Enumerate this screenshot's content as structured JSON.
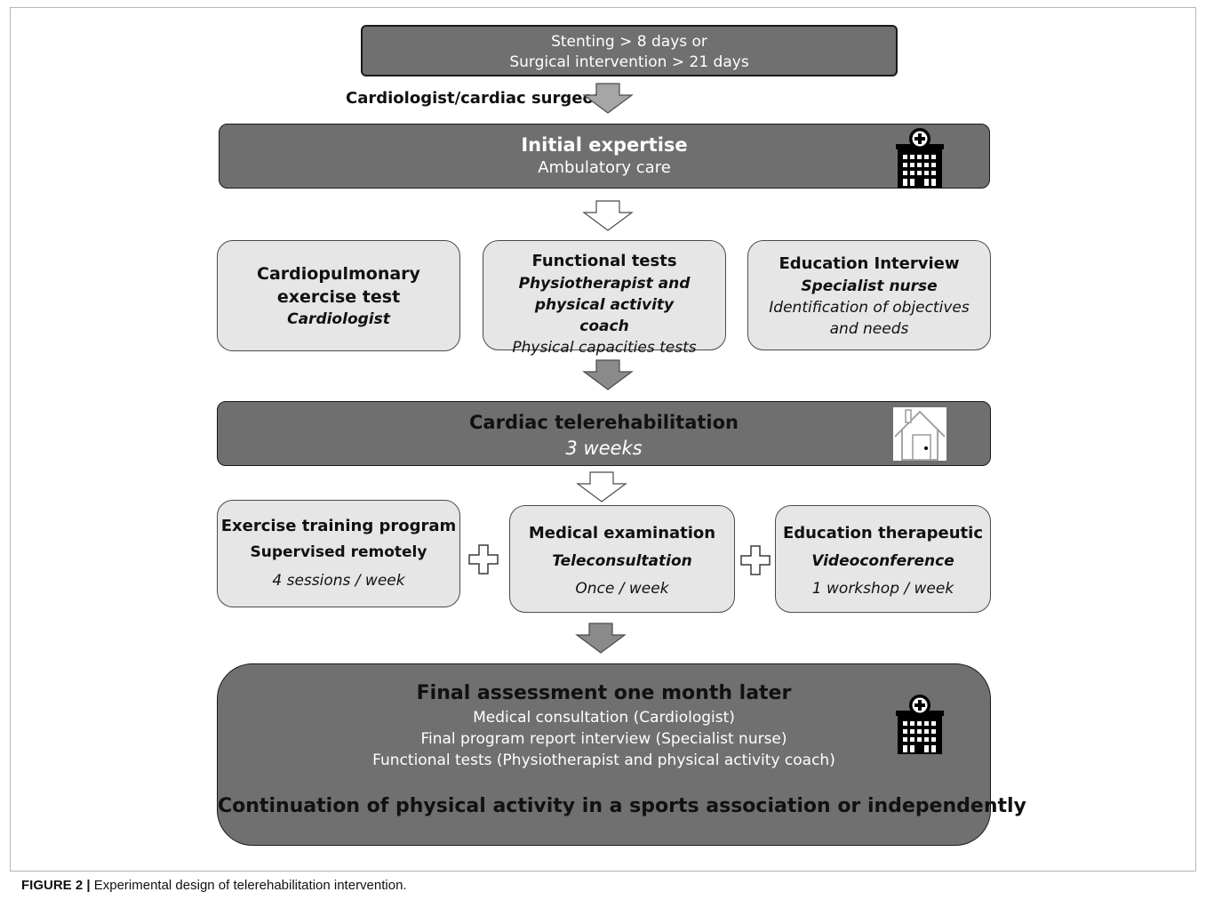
{
  "top_box": {
    "line1": "Stenting > 8  days or",
    "line2": "Surgical intervention > 21 days"
  },
  "arrow_label": "Cardiologist/cardiac surgeon",
  "initial": {
    "title": "Initial expertise",
    "subtitle": "Ambulatory care",
    "icon": "hospital-icon"
  },
  "assessments": [
    {
      "title": "Cardiopulmonary exercise test",
      "role": "Cardiologist",
      "detail": ""
    },
    {
      "title": "Functional tests",
      "role": "Physiotherapist and physical activity coach",
      "detail": "Physical capacities tests"
    },
    {
      "title": "Education Interview",
      "role": "Specialist nurse",
      "detail": "Identification of objectives and needs"
    }
  ],
  "telerehab": {
    "title": "Cardiac telerehabilitation",
    "duration": "3 weeks",
    "icon": "house-icon"
  },
  "components": [
    {
      "title": "Exercise training program",
      "mode": "Supervised remotely",
      "frequency": "4 sessions / week"
    },
    {
      "title": "Medical examination",
      "mode": "Teleconsultation",
      "frequency": "Once / week"
    },
    {
      "title": "Education therapeutic",
      "mode": "Videoconference",
      "frequency": "1 workshop / week"
    }
  ],
  "final": {
    "title": "Final assessment one month later",
    "items": [
      "Medical consultation (Cardiologist)",
      "Final program report interview (Specialist nurse)",
      "Functional tests (Physiotherapist and physical activity coach)"
    ],
    "conclusion": "Continuation of physical activity in a sports association or independently",
    "icon": "hospital-icon"
  },
  "caption": {
    "label": "FIGURE 2 |",
    "text": "Experimental design of telerehabilitation intervention."
  },
  "colors": {
    "dark_box": "#6f6f6f",
    "light_box": "#e6e6e6",
    "arrow": "#a6a6a6"
  }
}
